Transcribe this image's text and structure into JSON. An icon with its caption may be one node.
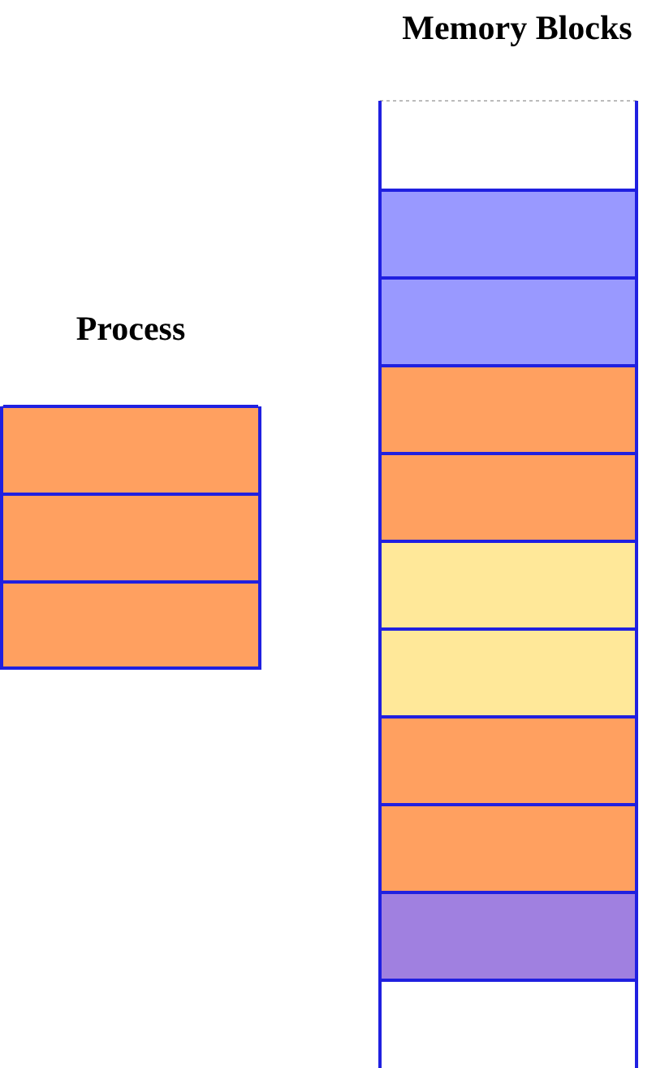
{
  "diagram": {
    "nodes": [
      {
        "text": [
          "Process"
        ]
      },
      {
        "text": [],
        "shape": "box",
        "in": 0
      },
      {
        "text": [],
        "shape": "box",
        "in": 0
      },
      {
        "text": [],
        "shape": "box",
        "in": 0
      },
      {
        "text": [
          "Memory Blocks"
        ]
      },
      {
        "text": [],
        "shape": "box",
        "in": 4
      },
      {
        "text": [],
        "shape": "box",
        "in": 4
      },
      {
        "text": [],
        "shape": "box",
        "in": 4
      },
      {
        "text": [],
        "shape": "box",
        "in": 4
      },
      {
        "text": [],
        "shape": "box",
        "in": 4
      },
      {
        "text": [],
        "shape": "box",
        "in": 4
      },
      {
        "text": [],
        "shape": "box",
        "in": 4
      },
      {
        "text": [],
        "shape": "box",
        "in": 4
      },
      {
        "text": [],
        "shape": "box",
        "in": 4
      }
    ]
  }
}
